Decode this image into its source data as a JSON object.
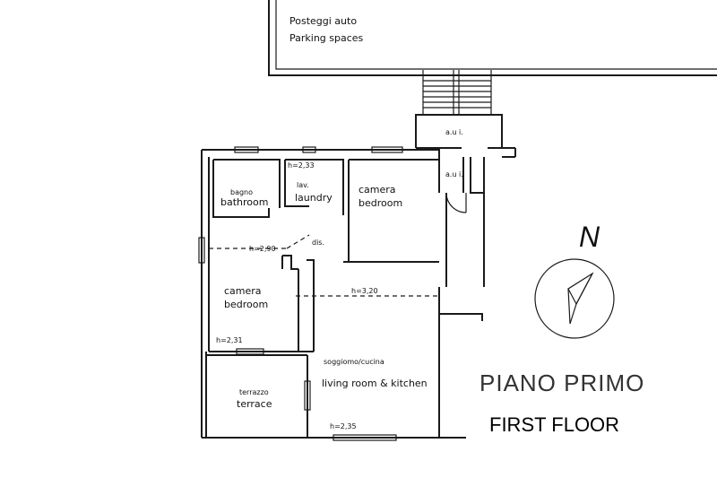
{
  "parking": {
    "it": "Posteggi auto",
    "en": "Parking spaces"
  },
  "aui_upper": "a.u i.",
  "aui_lower": "a.u i.",
  "rooms": {
    "bathroom": {
      "it": "bagno",
      "en": "bathroom"
    },
    "laundry": {
      "it": "lav.",
      "en": "laundry",
      "height": "h=2,33"
    },
    "bedroom_right": {
      "en1": "camera",
      "en2": "bedroom"
    },
    "dis": "dis.",
    "bedroom_left": {
      "en1": "camera",
      "en2": "bedroom",
      "height": "h=2,90",
      "height2": "h=2,31"
    },
    "living": {
      "it": "soggiomo/cucina",
      "en": "living room & kitchen",
      "height": "h=3,20",
      "height2": "h=2,35"
    },
    "terrace": {
      "it": "terrazzo",
      "en": "terrace"
    }
  },
  "north": "N",
  "floor_title": "PIANO PRIMO",
  "floor_subtitle": "FIRST FLOOR"
}
